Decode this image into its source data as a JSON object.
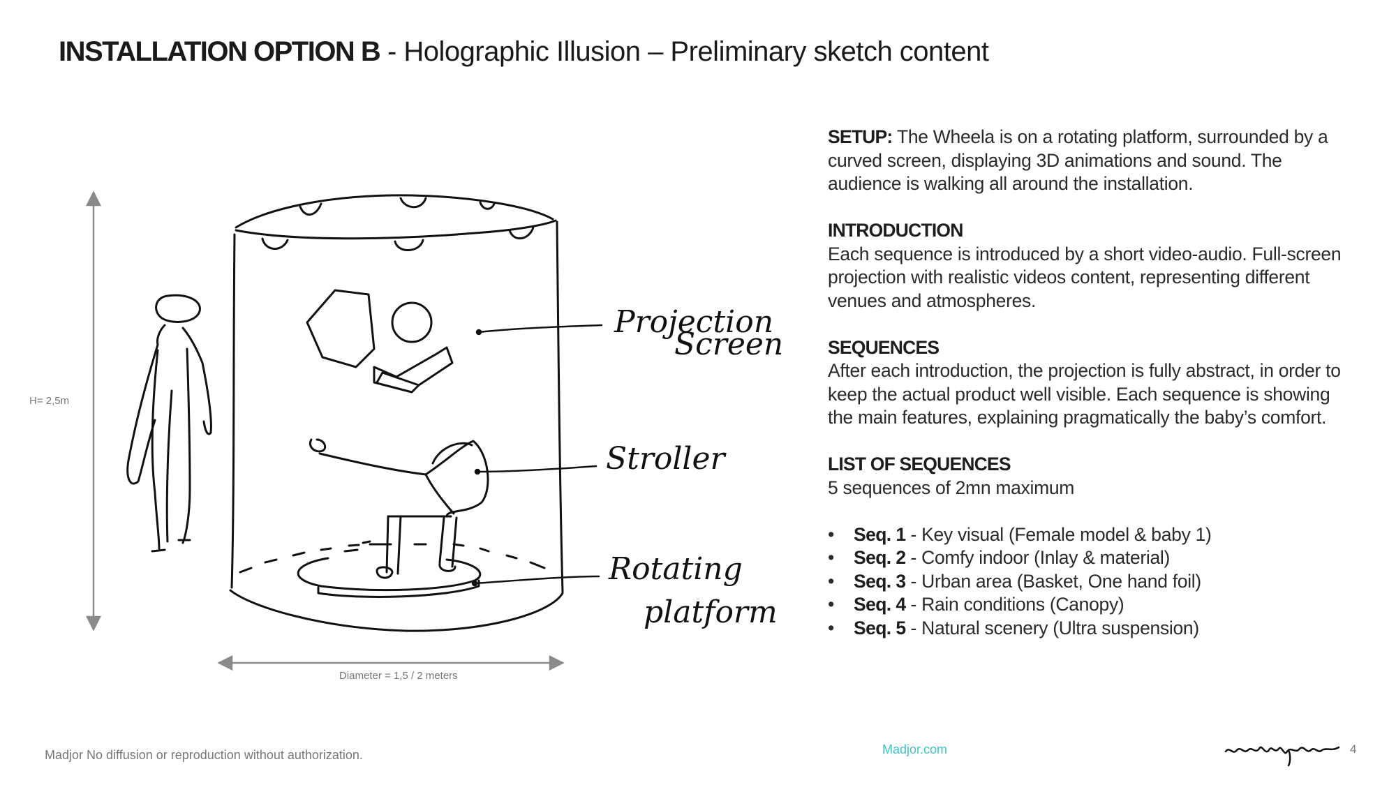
{
  "header": {
    "title_bold": "INSTALLATION OPTION B",
    "title_rest": " - Holographic Illusion – Preliminary sketch content"
  },
  "sketch": {
    "label_projection_1": "Projection",
    "label_projection_2": "Screen",
    "label_stroller": "Stroller",
    "label_rotating_1": "Rotating",
    "label_rotating_2": "platform",
    "height_dim": "H= 2,5m",
    "diameter_dim": "Diameter = 1,5 / 2 meters"
  },
  "content": {
    "setup_label": "SETUP:",
    "setup_text": " The Wheela is on a rotating platform, surrounded by a curved screen, displaying 3D animations and sound. The audience is walking all around the installation.",
    "intro_heading": "INTRODUCTION",
    "intro_text": "Each sequence is introduced by a short video-audio. Full-screen projection with realistic videos content, representing different venues and atmospheres.",
    "seq_heading": "SEQUENCES",
    "seq_text": "After each introduction, the projection is fully abstract, in order to keep the actual product well visible. Each sequence is showing the main features, explaining pragmatically the baby’s  comfort.",
    "list_heading": "LIST OF SEQUENCES",
    "list_text": "5 sequences of 2mn maximum",
    "bullet": "•",
    "sequences": [
      {
        "label": "Seq. 1",
        "text": " - Key visual (Female model & baby 1)"
      },
      {
        "label": "Seq. 2",
        "text": " - Comfy indoor (Inlay & material)"
      },
      {
        "label": "Seq. 3",
        "text": " - Urban area (Basket, One hand foil)"
      },
      {
        "label": "Seq. 4",
        "text": " - Rain conditions (Canopy)"
      },
      {
        "label": "Seq. 5",
        "text": " - Natural scenery (Ultra suspension)"
      }
    ]
  },
  "footer": {
    "copyright": "Madjor No diffusion or reproduction without authorization.",
    "website": "Madjor.com",
    "page_number": "4",
    "accent_color": "#3fc1c9"
  }
}
